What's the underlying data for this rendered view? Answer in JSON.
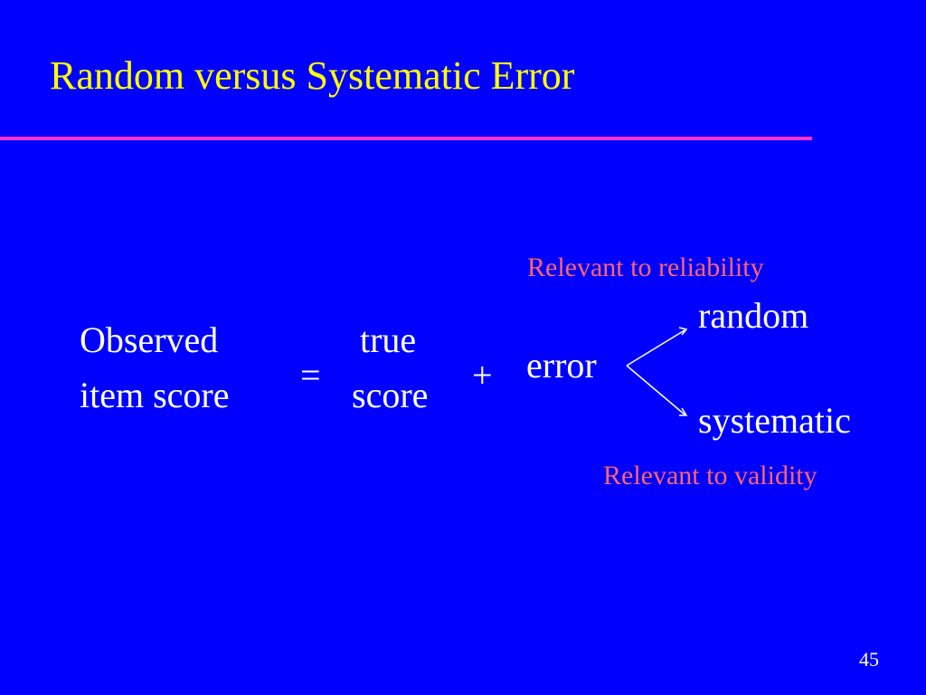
{
  "slide": {
    "title": "Random versus Systematic Error",
    "page_number": "45",
    "colors": {
      "background": "#0000ff",
      "title": "#ffff00",
      "rule": "#ff33cc",
      "body_text": "#ffffff",
      "annotation": "#ff6666"
    }
  },
  "equation": {
    "observed_line1": "Observed",
    "observed_line2": "item score",
    "equals": "=",
    "true_line1": "true",
    "true_line2": "score",
    "plus": "+",
    "error": "error"
  },
  "error_types": {
    "random": "random",
    "systematic": "systematic"
  },
  "notes": {
    "reliability": "Relevant to reliability",
    "validity": "Relevant to validity"
  }
}
